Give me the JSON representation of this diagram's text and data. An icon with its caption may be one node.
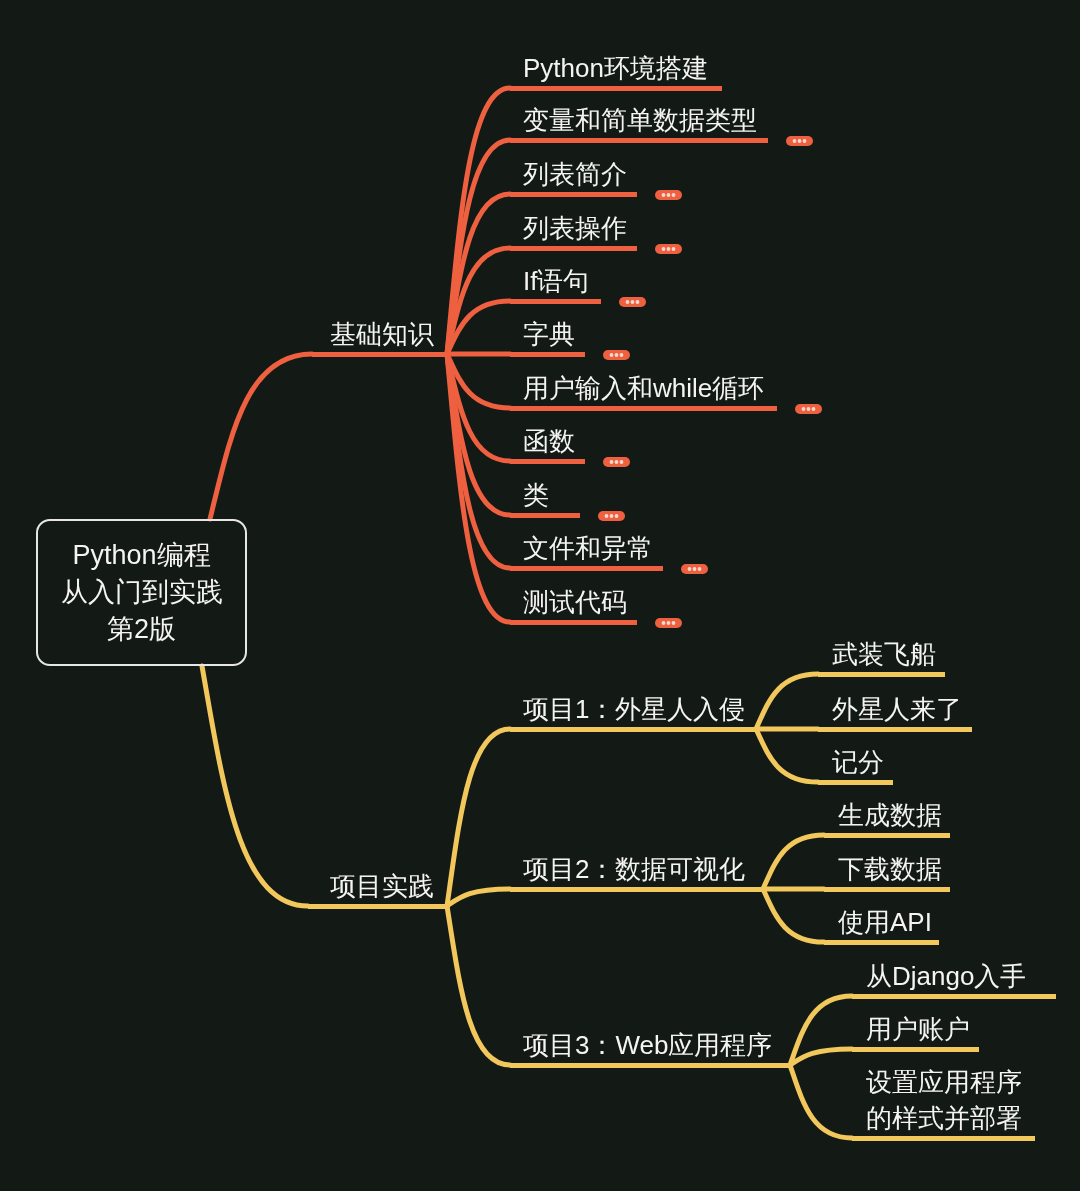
{
  "diagram": {
    "nodes": [
      {
        "text": [
          "Python编程从入门到实践第2版"
        ]
      },
      {
        "text": [
          "基础知识"
        ]
      },
      {
        "text": [
          "Python环境搭建"
        ]
      },
      {
        "text": [
          "变量和简单数据类型"
        ]
      },
      {
        "text": [
          "列表简介"
        ]
      },
      {
        "text": [
          "列表操作"
        ]
      },
      {
        "text": [
          "If语句"
        ]
      },
      {
        "text": [
          "字典"
        ]
      },
      {
        "text": [
          "用户输入和while循环"
        ]
      },
      {
        "text": [
          "函数"
        ]
      },
      {
        "text": [
          "类"
        ]
      },
      {
        "text": [
          "文件和异常"
        ]
      },
      {
        "text": [
          "测试代码"
        ]
      },
      {
        "text": [
          "项目实践"
        ]
      },
      {
        "text": [
          "项目1：外星人入侵"
        ]
      },
      {
        "text": [
          "武装飞船"
        ]
      },
      {
        "text": [
          "外星人来了"
        ]
      },
      {
        "text": [
          "记分"
        ]
      },
      {
        "text": [
          "项目2：数据可视化"
        ]
      },
      {
        "text": [
          "生成数据"
        ]
      },
      {
        "text": [
          "下载数据"
        ]
      },
      {
        "text": [
          "使用API"
        ]
      },
      {
        "text": [
          "项目3：Web应用程序"
        ]
      },
      {
        "text": [
          "从Django入手"
        ]
      },
      {
        "text": [
          "用户账户"
        ]
      },
      {
        "text": [
          "设置应用程序的样式并部署"
        ]
      }
    ],
    "edges": [
      {
        "from": 0,
        "to": 1,
        "arrow": "none",
        "color": "#ee603f"
      },
      {
        "from": 1,
        "to": 2,
        "arrow": "none",
        "color": "#ee603f"
      },
      {
        "from": 1,
        "to": 3,
        "arrow": "none",
        "color": "#ee603f"
      },
      {
        "from": 1,
        "to": 4,
        "arrow": "none",
        "color": "#ee603f"
      },
      {
        "from": 1,
        "to": 5,
        "arrow": "none",
        "color": "#ee603f"
      },
      {
        "from": 1,
        "to": 6,
        "arrow": "none",
        "color": "#ee603f"
      },
      {
        "from": 1,
        "to": 7,
        "arrow": "none",
        "color": "#ee603f"
      },
      {
        "from": 1,
        "to": 8,
        "arrow": "none",
        "color": "#ee603f"
      },
      {
        "from": 1,
        "to": 9,
        "arrow": "none",
        "color": "#ee603f"
      },
      {
        "from": 1,
        "to": 10,
        "arrow": "none",
        "color": "#ee603f"
      },
      {
        "from": 1,
        "to": 11,
        "arrow": "none",
        "color": "#ee603f"
      },
      {
        "from": 1,
        "to": 12,
        "arrow": "none",
        "color": "#ee603f"
      },
      {
        "from": 0,
        "to": 13,
        "arrow": "none"
      },
      {
        "from": 13,
        "to": 14,
        "arrow": "none"
      },
      {
        "from": 14,
        "to": 15,
        "arrow": "none"
      },
      {
        "from": 14,
        "to": 16,
        "arrow": "none"
      },
      {
        "from": 14,
        "to": 17,
        "arrow": "none"
      },
      {
        "from": 13,
        "to": 18,
        "arrow": "none"
      },
      {
        "from": 18,
        "to": 19,
        "arrow": "none"
      },
      {
        "from": 18,
        "to": 20,
        "arrow": "none"
      },
      {
        "from": 18,
        "to": 21,
        "arrow": "none"
      },
      {
        "from": 13,
        "to": 22,
        "arrow": "none"
      },
      {
        "from": 22,
        "to": 23,
        "arrow": "none"
      },
      {
        "from": 22,
        "to": 24,
        "arrow": "none"
      },
      {
        "from": 22,
        "to": 25,
        "arrow": "none"
      }
    ]
  }
}
